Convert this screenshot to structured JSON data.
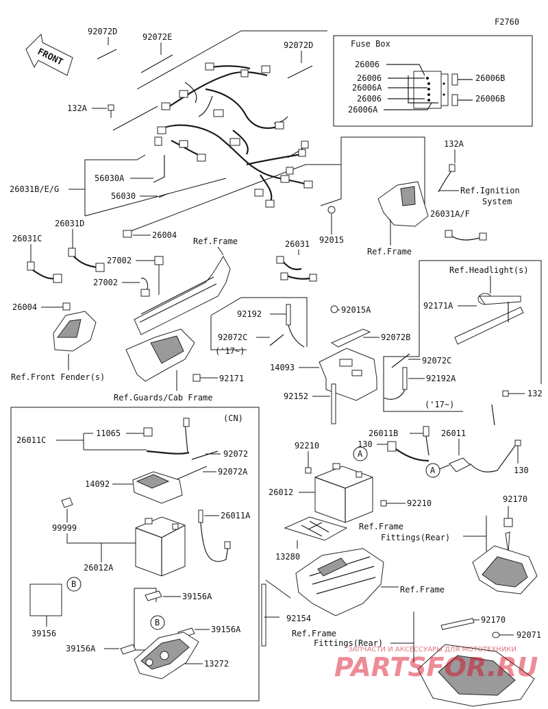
{
  "figure_code": "F2760",
  "front_label": "FRONT",
  "fuse_box": {
    "title": "Fuse Box",
    "left_labels": [
      "26006",
      "26006",
      "26006A",
      "26006",
      "26006A"
    ],
    "right_labels": [
      "26006B",
      "26006B"
    ]
  },
  "callouts": {
    "p92072D_a": "92072D",
    "p92072E": "92072E",
    "p92072D_b": "92072D",
    "p132A_a": "132A",
    "p26031BEG": "26031B/E/G",
    "p56030A": "56030A",
    "p56030": "56030",
    "p26004_a": "26004",
    "p92015": "92015",
    "p132A_b": "132A",
    "ref_ignition_1": "Ref.Ignition",
    "ref_ignition_2": "System",
    "p26031AF": "26031A/F",
    "ref_frame_a": "Ref.Frame",
    "p26031D": "26031D",
    "p26031C": "26031C",
    "ref_frame_b": "Ref.Frame",
    "p26031": "26031",
    "p27002_a": "27002",
    "p27002_b": "27002",
    "p26004_b": "26004",
    "ref_front_fender": "Ref.Front Fender(s)",
    "p92171": "92171",
    "ref_guards": "Ref.Guards/Cab Frame",
    "p92192": "92192",
    "p92015A": "92015A",
    "p92072C_a": "92072C",
    "yr17_a": "('17~)",
    "p92072B": "92072B",
    "p14093": "14093",
    "p92152": "92152",
    "ref_headlight": "Ref.Headlight(s)",
    "p92171A": "92171A",
    "p92072C_b": "92072C",
    "p92192A": "92192A",
    "yr17_b": "('17~)",
    "p132": "132",
    "cn_label": "(CN)",
    "p26011C": "26011C",
    "p11065": "11065",
    "p92072": "92072",
    "p92072A": "92072A",
    "p14092": "14092",
    "p26011A": "26011A",
    "p99999": "99999",
    "p26012A": "26012A",
    "mark_B_a": "B",
    "p39156": "39156",
    "p39156A_a": "39156A",
    "mark_B_b": "B",
    "p39156A_b": "39156A",
    "p39156A_c": "39156A",
    "p13272": "13272",
    "p26011B": "26011B",
    "p26011": "26011",
    "p92210_a": "92210",
    "p130_a": "130",
    "mark_A_a": "A",
    "mark_A_b": "A",
    "p130_b": "130",
    "p26012": "26012",
    "p92210_b": "92210",
    "ref_frame_fittings_a1": "Ref.Frame",
    "ref_frame_fittings_a2": "Fittings(Rear)",
    "p92170_a": "92170",
    "p13280": "13280",
    "ref_frame_c": "Ref.Frame",
    "p92154": "92154",
    "ref_frame_fittings_b1": "Ref.Frame",
    "ref_frame_fittings_b2": "Fittings(Rear)",
    "p92170_b": "92170",
    "p92071": "92071"
  },
  "watermark": {
    "site": "PARTSFOR.RU",
    "tagline": "ЗАПЧАСТИ И АКСЕССУАРЫ ДЛЯ МОТОТЕХНИКИ",
    "color": "#d9001b"
  }
}
